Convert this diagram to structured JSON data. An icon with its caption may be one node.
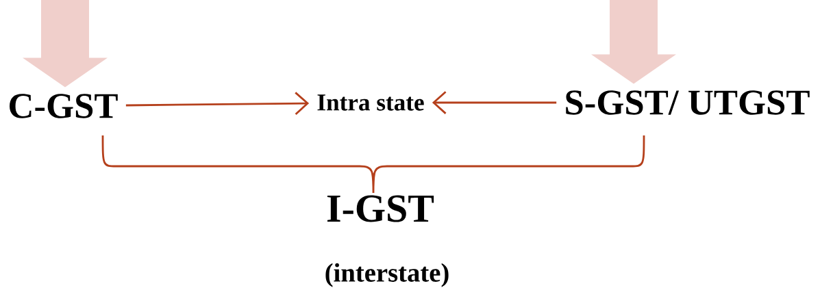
{
  "diagram": {
    "nodes": [
      {
        "text": [
          "C-GST"
        ]
      },
      {
        "text": [
          "Intra state"
        ]
      },
      {
        "text": [
          "S-GST/ UTGST"
        ]
      },
      {
        "text": [
          "I-GST"
        ],
        "beside": [
          "(interstate)"
        ]
      }
    ],
    "edges": [
      {
        "from": 0,
        "to": 1,
        "arrow": "to"
      },
      {
        "from": 2,
        "to": 1,
        "arrow": "to"
      },
      {
        "from": null,
        "to": 0,
        "arrow": "to",
        "style": "thick",
        "color": "#f0cfcb"
      },
      {
        "from": null,
        "to": 2,
        "arrow": "to",
        "style": "thick",
        "color": "#f0cfcb"
      }
    ]
  }
}
